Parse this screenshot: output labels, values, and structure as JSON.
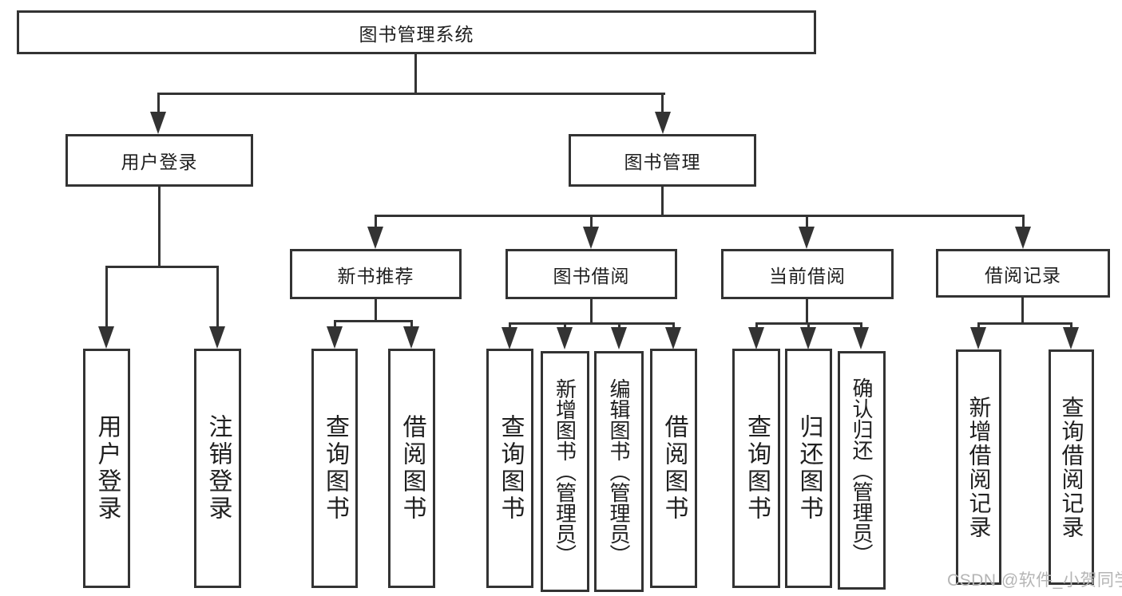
{
  "diagram": {
    "root": "图书管理系统",
    "branches": [
      {
        "label": "用户登录",
        "children": [
          "用户登录",
          "注销登录"
        ]
      },
      {
        "label": "图书管理",
        "sections": [
          {
            "label": "新书推荐",
            "children": [
              "查询图书",
              "借阅图书"
            ]
          },
          {
            "label": "图书借阅",
            "children": [
              "查询图书",
              "新增图书（管理员）",
              "编辑图书（管理员）",
              "借阅图书"
            ]
          },
          {
            "label": "当前借阅",
            "children": [
              "查询图书",
              "归还图书",
              "确认归还（管理员）"
            ]
          },
          {
            "label": "借阅记录",
            "children": [
              "新增借阅记录",
              "查询借阅记录"
            ]
          }
        ]
      }
    ]
  },
  "watermark": "CSDN @软件_小贺同学",
  "colors": {
    "line": "#333333",
    "text": "#1f1f1f",
    "watermark": "#b5b5b5",
    "background": "#ffffff"
  }
}
